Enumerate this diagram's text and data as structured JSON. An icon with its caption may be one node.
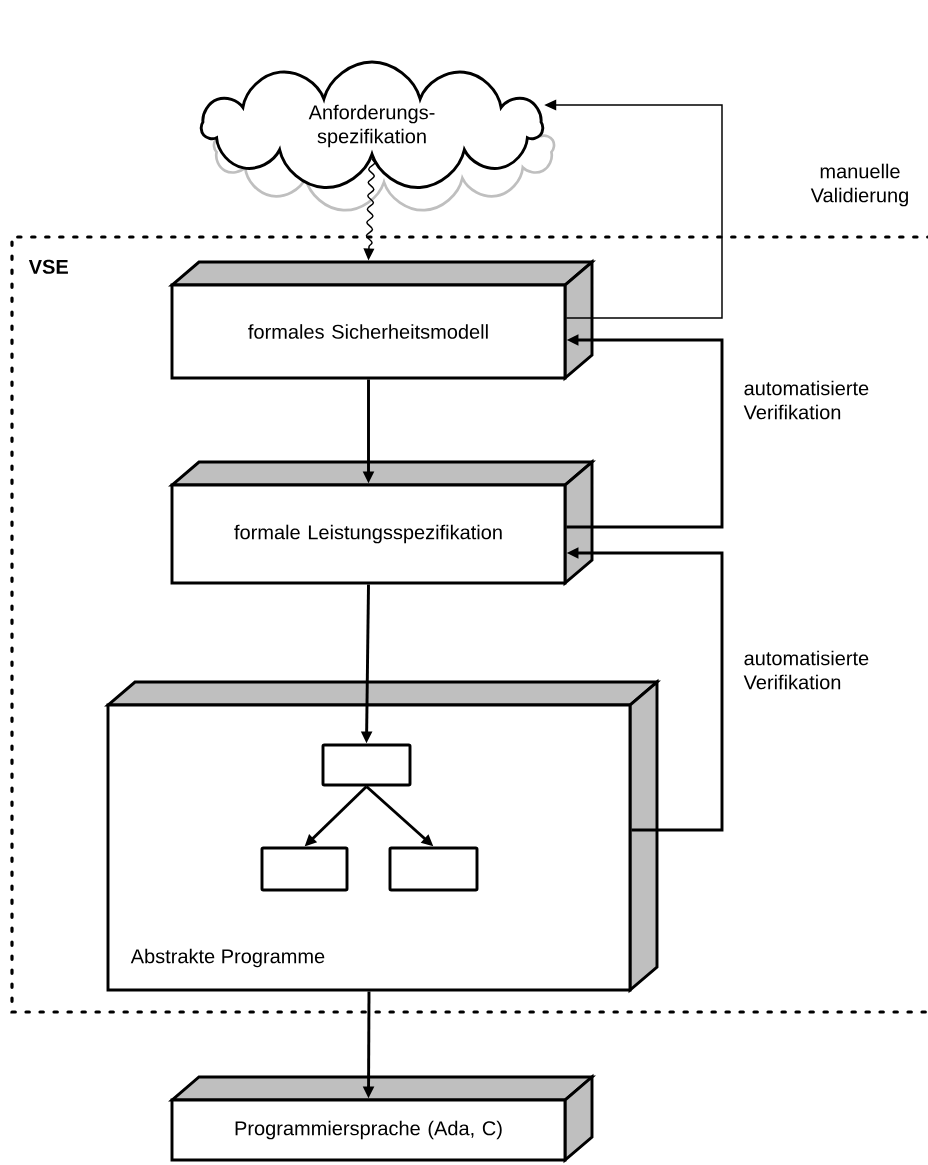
{
  "diagram": {
    "nodes": [
      {
        "text": [
          "Anforderungs- spezifikation"
        ]
      },
      {
        "text": [
          "VSE"
        ]
      },
      {
        "text": [
          "formales Sicherheitsmodell"
        ],
        "in": 1
      },
      {
        "text": [
          "formale Leistungsspezifikation"
        ],
        "in": 1
      },
      {
        "text": [
          "Abstrakte Programme"
        ],
        "in": 1
      },
      {
        "text": [],
        "shape": "box",
        "in": 4
      },
      {
        "text": [],
        "shape": "box",
        "in": 4
      },
      {
        "text": [],
        "shape": "box",
        "in": 4
      },
      {
        "text": [
          "Programmiersprache (Ada, C)"
        ]
      }
    ],
    "edges": [
      {
        "from": 0,
        "to": 2,
        "arrow": "to"
      },
      {
        "from": 2,
        "to": 0,
        "arrow": "to",
        "label": "manuelle Validierung"
      },
      {
        "from": 3,
        "to": 2,
        "arrow": "to",
        "label": "automatisierte Verifikation"
      },
      {
        "from": 4,
        "to": 3,
        "arrow": "to",
        "label": "automatisierte Verifikation"
      },
      {
        "from": 2,
        "to": 3,
        "arrow": "to"
      },
      {
        "from": 3,
        "to": 5,
        "arrow": "to"
      },
      {
        "from": 5,
        "to": 6,
        "arrow": "to"
      },
      {
        "from": 5,
        "to": 7,
        "arrow": "to"
      },
      {
        "from": 4,
        "to": 8,
        "arrow": "to"
      }
    ]
  }
}
